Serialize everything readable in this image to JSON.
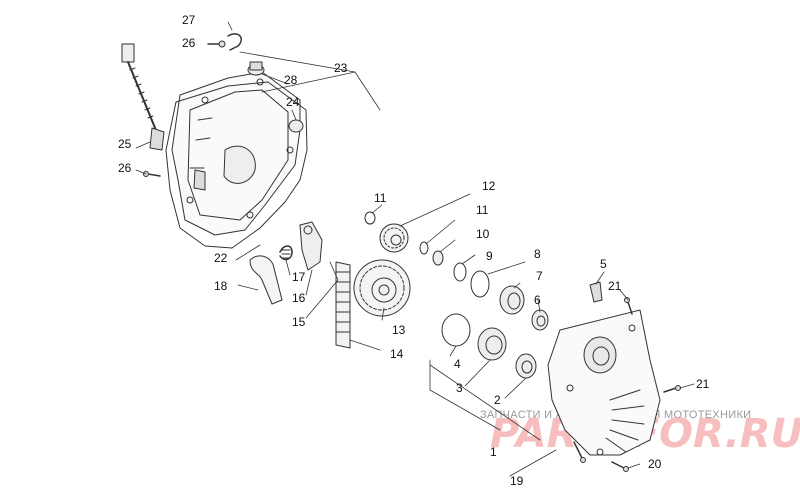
{
  "diagram": {
    "callouts": [
      "1",
      "2",
      "3",
      "4",
      "5",
      "6",
      "7",
      "8",
      "9",
      "10",
      "11",
      "11",
      "12",
      "13",
      "14",
      "15",
      "16",
      "17",
      "18",
      "19",
      "20",
      "21",
      "21",
      "22",
      "23",
      "24",
      "25",
      "26",
      "26",
      "27",
      "28"
    ]
  },
  "watermark": {
    "tagline": "ЗАПЧАСТИ И АКСЕССУАРЫ ДЛЯ МОТОТЕХНИКИ",
    "brand": "PARTSFOR.RU"
  }
}
